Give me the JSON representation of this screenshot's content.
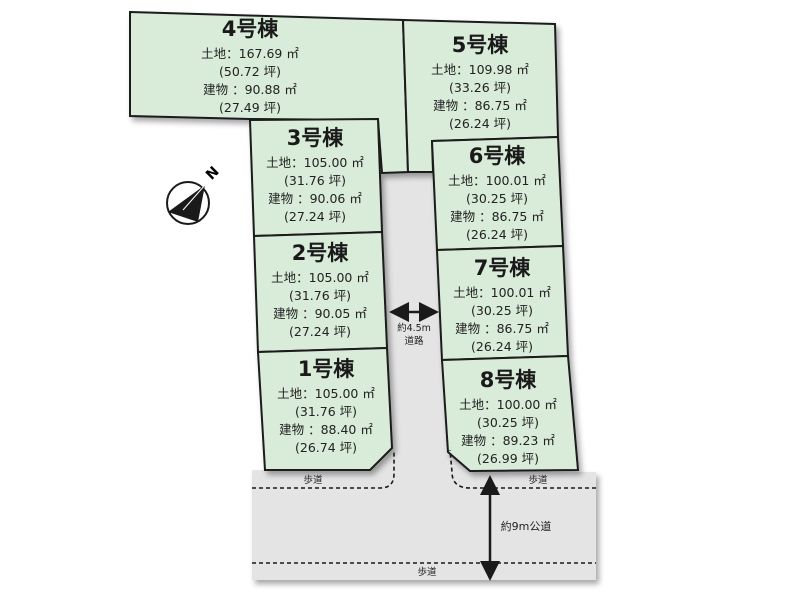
{
  "lots": [
    {
      "title": "4号棟",
      "land": "土地：167.69 ㎡",
      "land_tsubo": "(50.72 坪)",
      "building": "建物 ：90.88 ㎡",
      "building_tsubo": "(27.49 坪)"
    },
    {
      "title": "5号棟",
      "land": "土地：109.98 ㎡",
      "land_tsubo": "(33.26 坪)",
      "building": "建物 ：86.75 ㎡",
      "building_tsubo": "(26.24 坪)"
    },
    {
      "title": "3号棟",
      "land": "土地：105.00 ㎡",
      "land_tsubo": "(31.76 坪)",
      "building": "建物 ：90.06 ㎡",
      "building_tsubo": "(27.24 坪)"
    },
    {
      "title": "6号棟",
      "land": "土地：100.01 ㎡",
      "land_tsubo": "(30.25 坪)",
      "building": "建物 ：86.75 ㎡",
      "building_tsubo": "(26.24 坪)"
    },
    {
      "title": "2号棟",
      "land": "土地：105.00 ㎡",
      "land_tsubo": "(31.76 坪)",
      "building": "建物 ：90.05 ㎡",
      "building_tsubo": "(27.24 坪)"
    },
    {
      "title": "7号棟",
      "land": "土地：100.01 ㎡",
      "land_tsubo": "(30.25 坪)",
      "building": "建物 ：86.75 ㎡",
      "building_tsubo": "(26.24 坪)"
    },
    {
      "title": "1号棟",
      "land": "土地：105.00 ㎡",
      "land_tsubo": "(31.76 坪)",
      "building": "建物 ：88.40 ㎡",
      "building_tsubo": "(26.74 坪)"
    },
    {
      "title": "8号棟",
      "land": "土地：100.00 ㎡",
      "land_tsubo": "(30.25 坪)",
      "building": "建物 ：89.23 ㎡",
      "building_tsubo": "(26.99 坪)"
    }
  ],
  "roads": {
    "private_width": "約4.5m",
    "private_label": "道路",
    "public_label": "約9m公道",
    "sidewalk_left": "歩道",
    "sidewalk_right": "歩道",
    "sidewalk_bottom": "歩道"
  },
  "compass": {
    "label": "N"
  },
  "colors": {
    "lot_fill": "#d9ecd9",
    "road": "#e4e4e4",
    "line": "#1a1a1a"
  }
}
